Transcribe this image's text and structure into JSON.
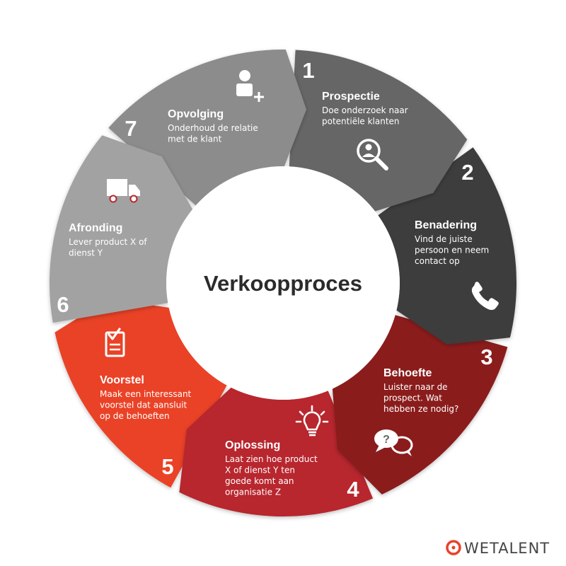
{
  "center_title": "Verkoopproces",
  "logo": {
    "text": "WETALENT",
    "accent": "#e8422a"
  },
  "steps": [
    {
      "number": "1",
      "title": "Prospectie",
      "lines": [
        "Doe onderzoek naar",
        "potentiële klanten"
      ],
      "color": "#a2a2a2",
      "icon": "search-person-icon"
    },
    {
      "number": "2",
      "title": "Benadering",
      "lines": [
        "Vind de juiste",
        "persoon en neem",
        "contact op"
      ],
      "color": "#8c8c8c",
      "icon": "phone-icon"
    },
    {
      "number": "3",
      "title": "Behoefte",
      "lines": [
        "Luister naar de",
        "prospect. Wat",
        "hebben ze nodig?"
      ],
      "color": "#666666",
      "icon": "speech-bubbles-icon"
    },
    {
      "number": "4",
      "title": "Oplossing",
      "lines": [
        "Laat zien hoe product",
        "X of dienst Y ten",
        "goede komt aan",
        "organisatie Z"
      ],
      "color": "#3d3d3d",
      "icon": "lightbulb-icon"
    },
    {
      "number": "5",
      "title": "Voorstel",
      "lines": [
        "Maak een interessant",
        "voorstel dat aansluit",
        "op de behoeften"
      ],
      "color": "#8b1d1f",
      "icon": "checklist-icon"
    },
    {
      "number": "6",
      "title": "Afronding",
      "lines": [
        "Lever product X of",
        "dienst Y"
      ],
      "color": "#b8282d",
      "icon": "truck-icon"
    },
    {
      "number": "7",
      "title": "Opvolging",
      "lines": [
        "Onderhoud de relatie",
        "met de klant"
      ],
      "color": "#ea4228",
      "icon": "user-add-icon"
    }
  ]
}
